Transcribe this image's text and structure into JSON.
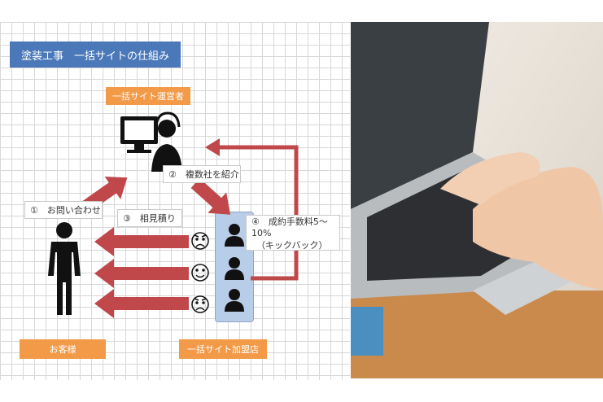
{
  "diagram": {
    "title": "塗装工事　一括サイトの仕組み",
    "operator_label": "一括サイト運営者",
    "customer_label": "お客様",
    "member_label": "一括サイト加盟店",
    "step1": "①　お問い合わせ",
    "step2": "②　複数社を紹介",
    "step3": "③　相見積り",
    "step4_line1": "④　成約手数料5～10%",
    "step4_line2": "（キックバック）"
  },
  "colors": {
    "arrow": "#c0474a",
    "title_bg": "#4a78b8",
    "label_bg": "#f39a48",
    "panel_bg": "#b8cde8"
  }
}
